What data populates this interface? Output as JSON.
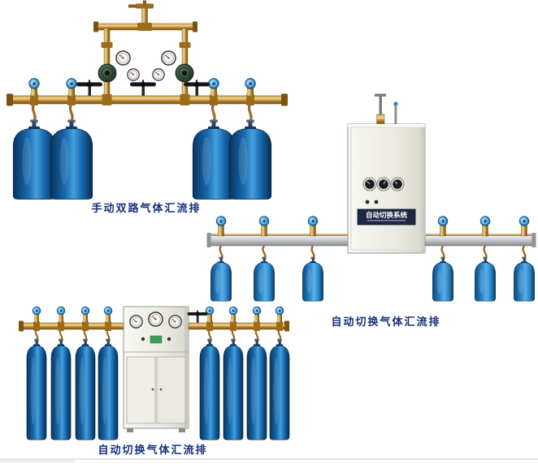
{
  "page": {
    "background_color": "#ffffff"
  },
  "colors": {
    "caption_text": "#16307c",
    "brass": "#c99e44",
    "cylinder_blue": "#1769ad",
    "cabinet_body": "#f0efe9",
    "plate_navy": "#1d2742"
  },
  "products": {
    "manual_dual": {
      "caption": "手动双路气体汇流排"
    },
    "auto_switch_wall": {
      "caption": "自动切换气体汇流排",
      "cabinet_plate_title": "自动切换系统"
    },
    "auto_switch_floor": {
      "caption": "自动切换气体汇流排"
    }
  }
}
